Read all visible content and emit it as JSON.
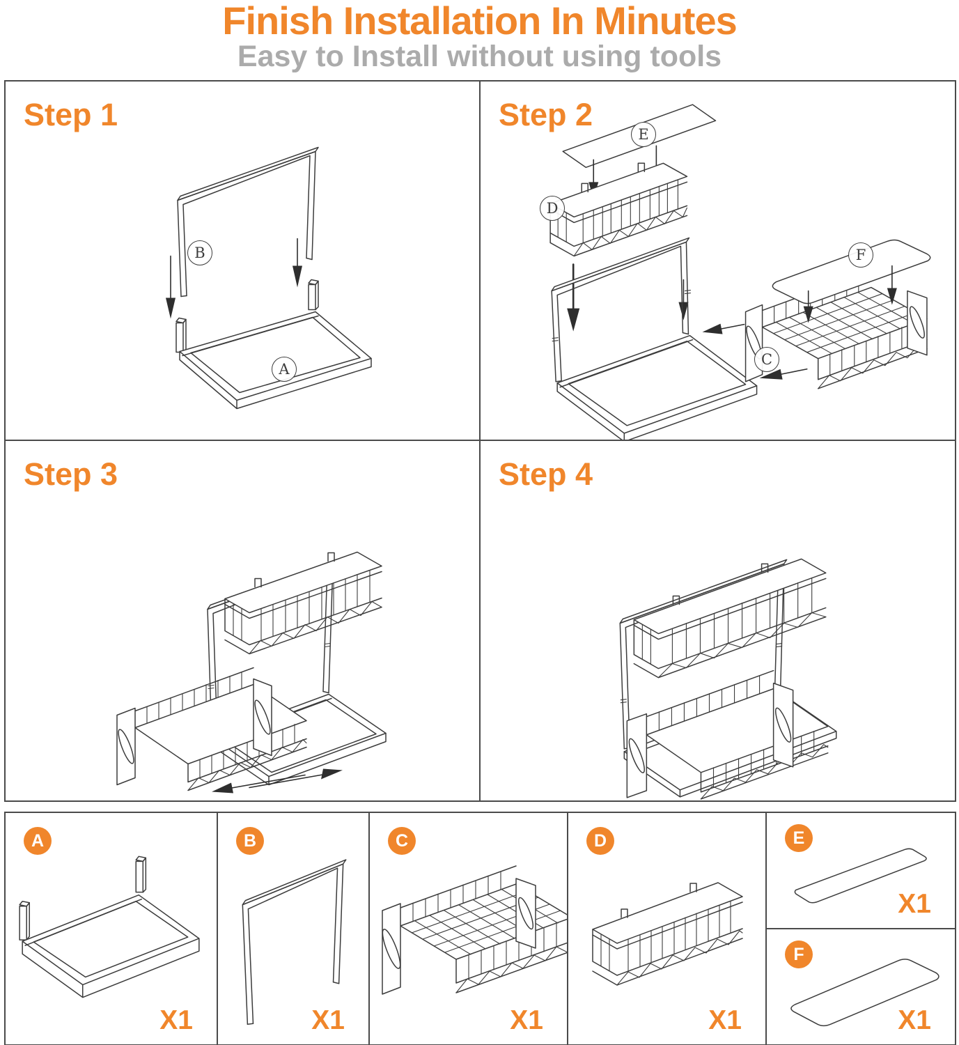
{
  "header": {
    "title": "Finish Installation In Minutes",
    "subtitle": "Easy to Install without using tools"
  },
  "steps": [
    {
      "label": "Step 1",
      "callouts": [
        "B",
        "A"
      ]
    },
    {
      "label": "Step 2",
      "callouts": [
        "E",
        "D",
        "F",
        "C"
      ]
    },
    {
      "label": "Step 3",
      "callouts": []
    },
    {
      "label": "Step 4",
      "callouts": []
    }
  ],
  "parts": [
    {
      "letter": "A",
      "qty": "X1"
    },
    {
      "letter": "B",
      "qty": "X1"
    },
    {
      "letter": "C",
      "qty": "X1"
    },
    {
      "letter": "D",
      "qty": "X1"
    },
    {
      "letter": "E",
      "qty": "X1"
    },
    {
      "letter": "F",
      "qty": "X1"
    }
  ],
  "colors": {
    "accent": "#F0862B",
    "subtitle_gray": "#ABABAB",
    "line_art": "#3C3C3C",
    "grid_border": "#4A4A4A"
  }
}
